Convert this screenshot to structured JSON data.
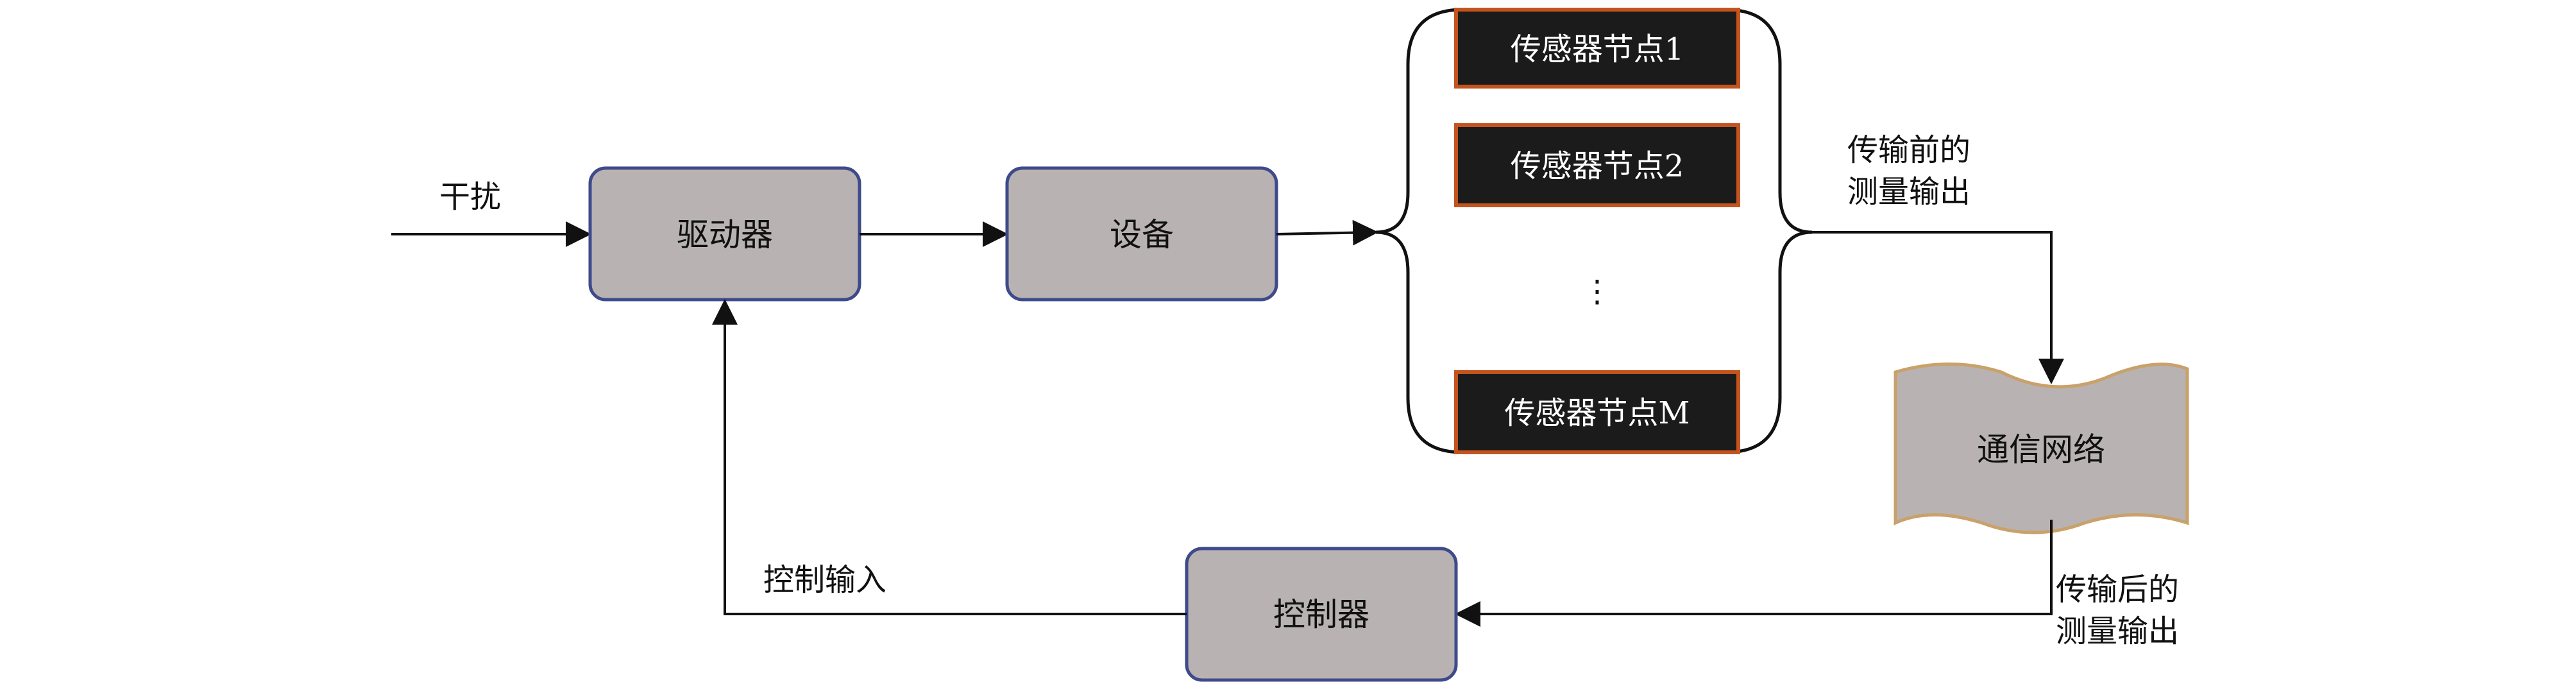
{
  "diagram": {
    "disturbance": "干扰",
    "actuator": "驱动器",
    "plant": "设备",
    "sensors": [
      "传感器节点1",
      "传感器节点2",
      "⋮",
      "传感器节点M"
    ],
    "before_line1": "传输前的",
    "before_line2": "测量输出",
    "network": "通信网络",
    "after_line1": "传输后的",
    "after_line2": "测量输出",
    "controller": "控制器",
    "control_input": "控制输入"
  },
  "colors": {
    "box_fill": "#b8b3b2",
    "box_border": "#3e4a8a",
    "sensor_fill": "#1b1b1b",
    "sensor_border": "#c4541e",
    "network_border": "#c9a16a"
  }
}
